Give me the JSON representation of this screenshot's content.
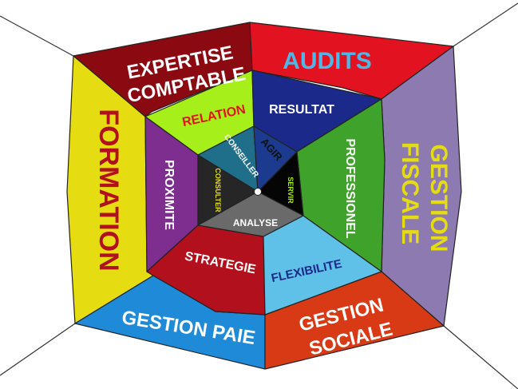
{
  "outer": {
    "expertise_line1": "EXPERTISE",
    "expertise_line2": "COMPTABLE",
    "audits": "AUDITS",
    "formation": "FORMATION",
    "gestion_fiscale_line1": "GESTION",
    "gestion_fiscale_line2": "FISCALE",
    "gestion_paie": "GESTION PAIE",
    "gestion_sociale_line1": "GESTION",
    "gestion_sociale_line2": "SOCIALE"
  },
  "middle": {
    "relation": "RELATION",
    "resultat": "RESULTAT",
    "proximite": "PROXIMITE",
    "professionel": "PROFESSIONEL",
    "strategie": "STRATEGIE",
    "flexibilite": "FLEXIBILITE"
  },
  "inner": {
    "conseiller": "CONSEILLER",
    "agir": "AGIR",
    "consulter": "CONSULTER",
    "servir": "SERVIR",
    "analyse": "ANALYSE"
  },
  "colors": {
    "expertise": "#8b0a12",
    "audits": "#e31220",
    "formation": "#e6dc12",
    "gestion_fiscale": "#8c7ab0",
    "gestion_paie": "#1e8ad8",
    "gestion_sociale": "#d93a16",
    "relation": "#a6ef1a",
    "resultat": "#1b2a8a",
    "proximite": "#7d2e8e",
    "professionel": "#3fa32b",
    "strategie": "#b3101e",
    "flexibilite": "#5fc0e8",
    "conseiller": "#1f6f8b",
    "agir": "#1c3b8f",
    "consulter": "#262626",
    "servir": "#050505",
    "analyse": "#6a6a6a"
  }
}
